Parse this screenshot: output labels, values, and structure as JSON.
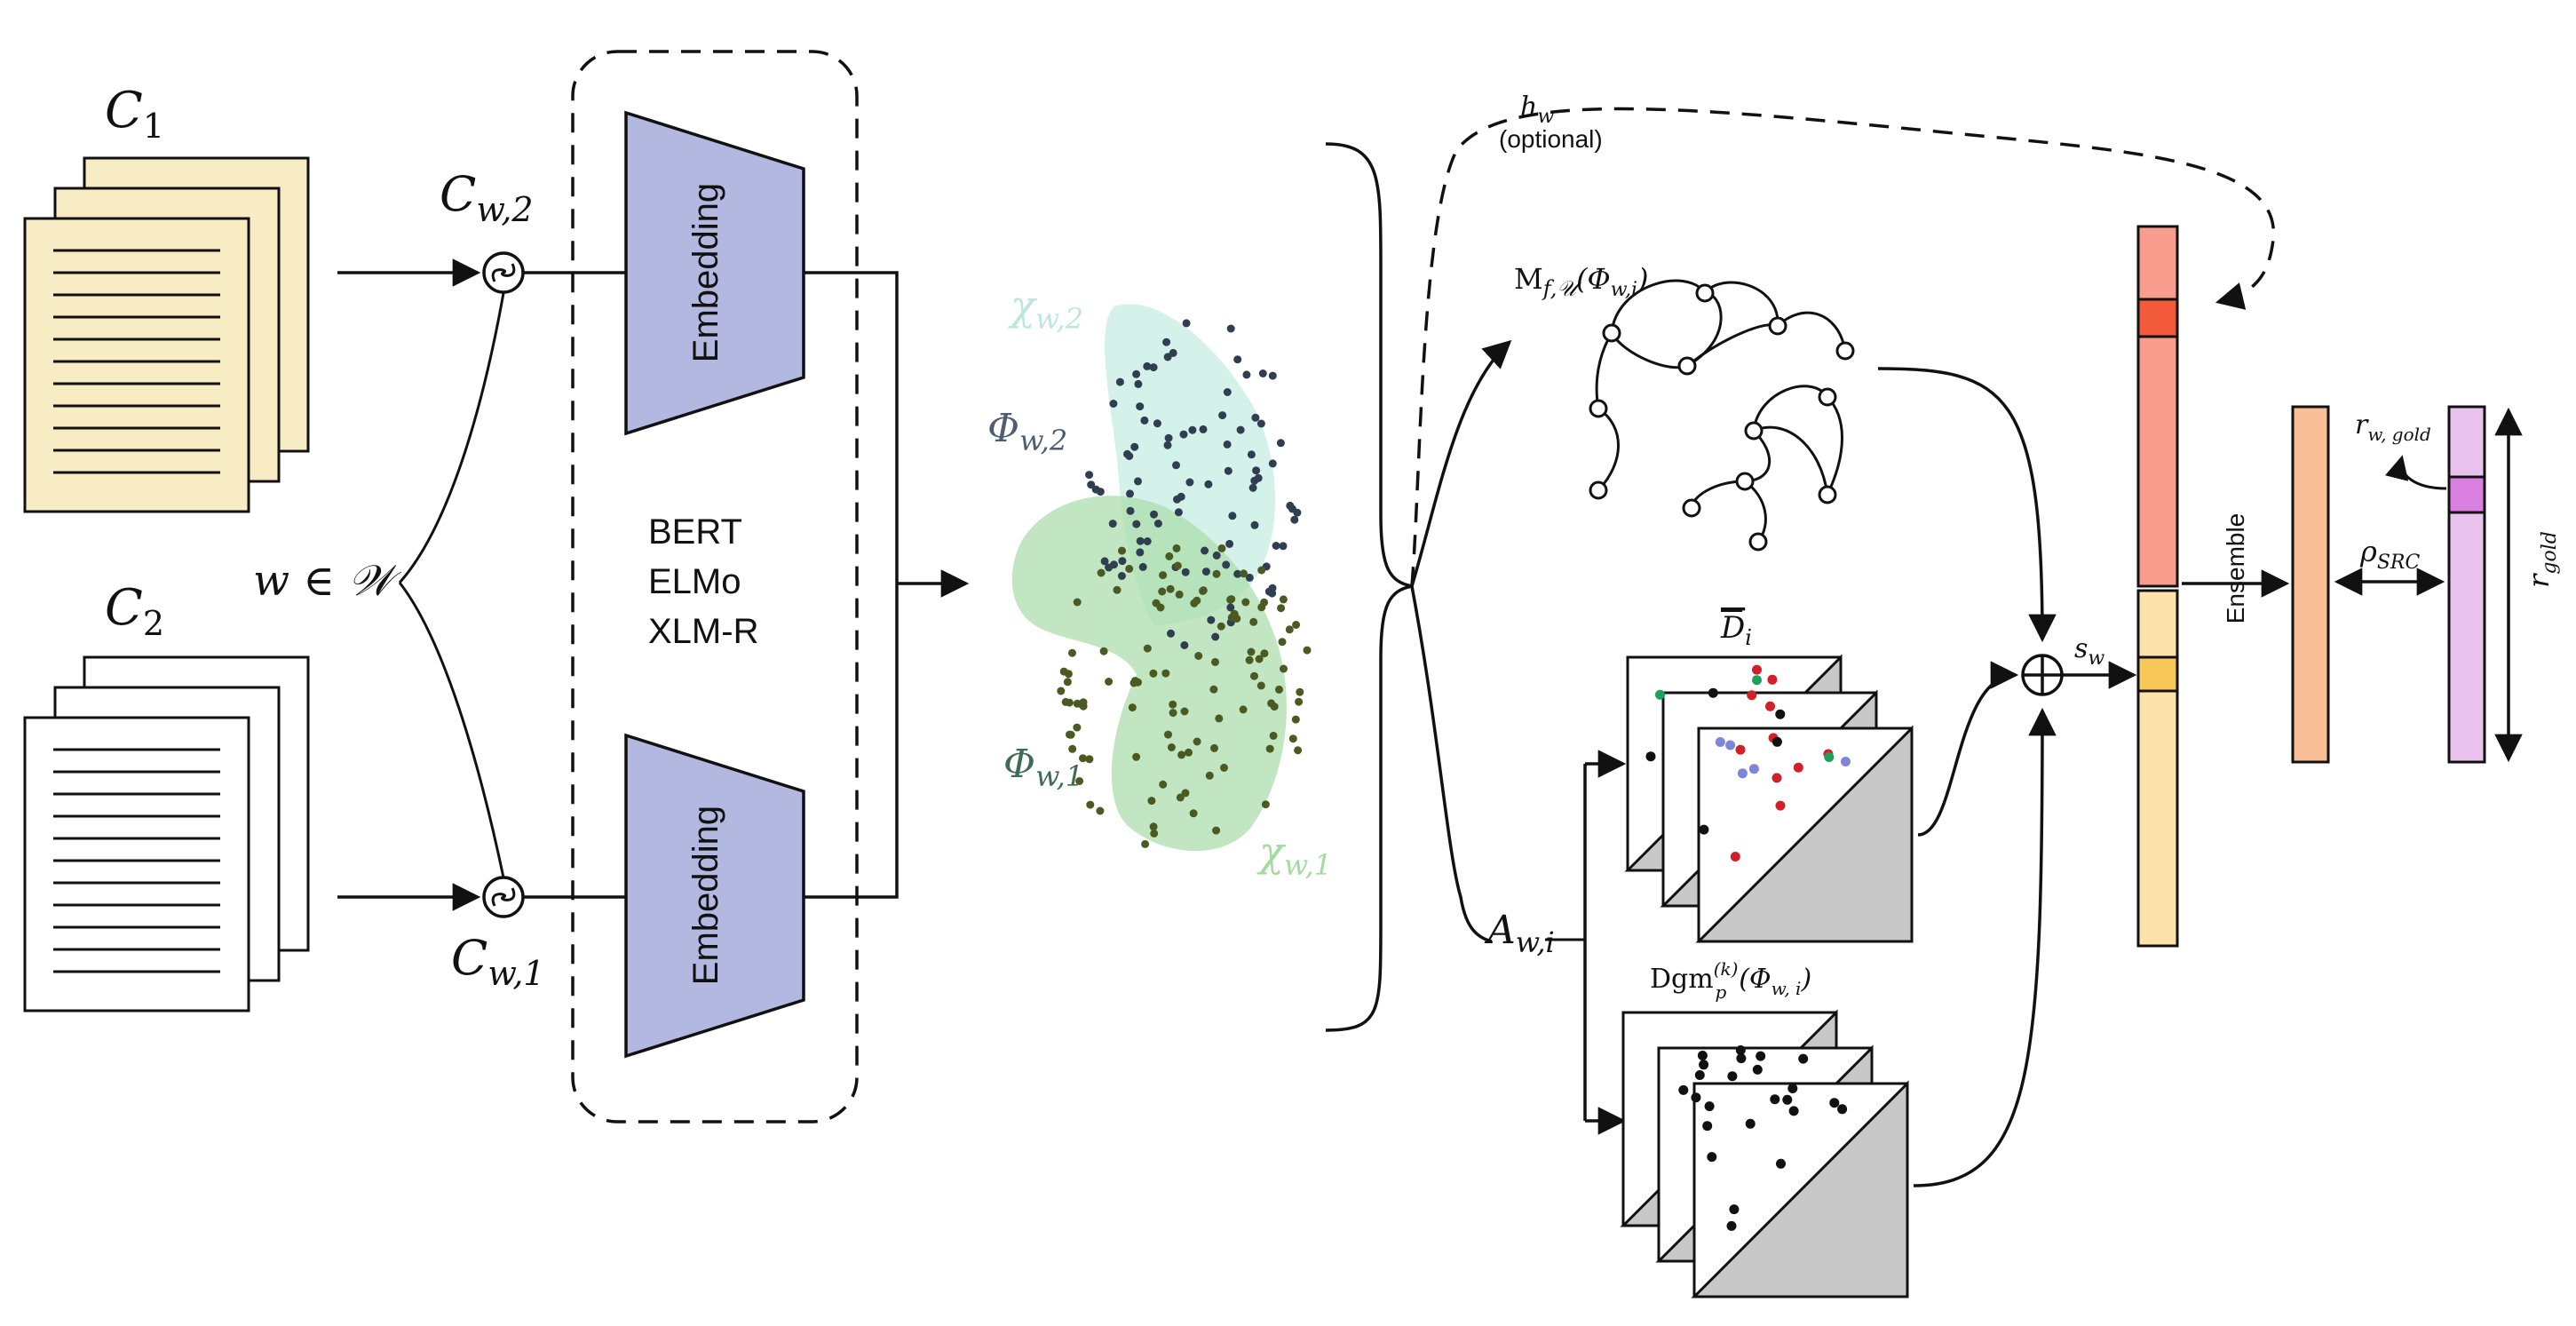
{
  "corpora": {
    "c1": "C",
    "c1_sub": "1",
    "c2": "C",
    "c2_sub": "2"
  },
  "contexts": {
    "cw2": "C",
    "cw2_sub": "w,2",
    "cw1": "C",
    "cw1_sub": "w,1"
  },
  "word_label": "w ∈ 𝒲",
  "embedding": {
    "top_label": "Embedding",
    "bottom_label": "Embedding",
    "models": [
      "BERT",
      "ELMo",
      "XLM-R"
    ]
  },
  "point_cloud": {
    "chi_w2": "χ",
    "chi_w2_sub": "w,2",
    "phi_w2": "Φ",
    "phi_w2_sub": "w,2",
    "phi_w1": "Φ",
    "phi_w1_sub": "w,1",
    "chi_w1": "χ",
    "chi_w1_sub": "w,1"
  },
  "h_w": {
    "label": "h",
    "sub": "w",
    "note": "(optional)"
  },
  "mapper": {
    "label": "M",
    "sub": "f,𝒰",
    "arg": "(Φ",
    "arg_sub": "w,i",
    "arg_close": ")"
  },
  "a_wi": {
    "label": "A",
    "sub": "w,i"
  },
  "d_bar": {
    "label": "D",
    "sub": "i"
  },
  "dgm": {
    "label": "Dgm",
    "sup": "(k)",
    "sub": "p",
    "arg": "(Φ",
    "arg_sub": "w, i",
    "arg_close": ")"
  },
  "s_w": {
    "label": "s",
    "sub": "w"
  },
  "ensemble_label": "Ensemble",
  "rho": {
    "label": "ρ",
    "sub": "SRC"
  },
  "r_gold_top": {
    "label": "r",
    "sub": "w, gold"
  },
  "r_gold_side": {
    "label": "r",
    "sub": "gold"
  },
  "colors": {
    "paper_c1": "#f8ecc5",
    "paper_c2": "#ffffff",
    "embedding_fill": "#b2b8e0",
    "cloud_w2": "#cdeee6",
    "cloud_w1": "#a9dca8",
    "dots_w2": "#2f3e50",
    "dots_w1": "#4a5a22",
    "bar_red": "#f89c8e",
    "bar_red_dark": "#f25a3a",
    "bar_yellow": "#fde3ab",
    "bar_yellow_dark": "#f7c75a",
    "bar_orange": "#f8be96",
    "bar_purple": "#e8c2ec",
    "bar_purple_dark": "#d97fe0",
    "triangle_grey": "#c8c8c8",
    "dot_red": "#d0202a",
    "dot_green": "#1fa05a",
    "dot_blue": "#7d86d8"
  }
}
